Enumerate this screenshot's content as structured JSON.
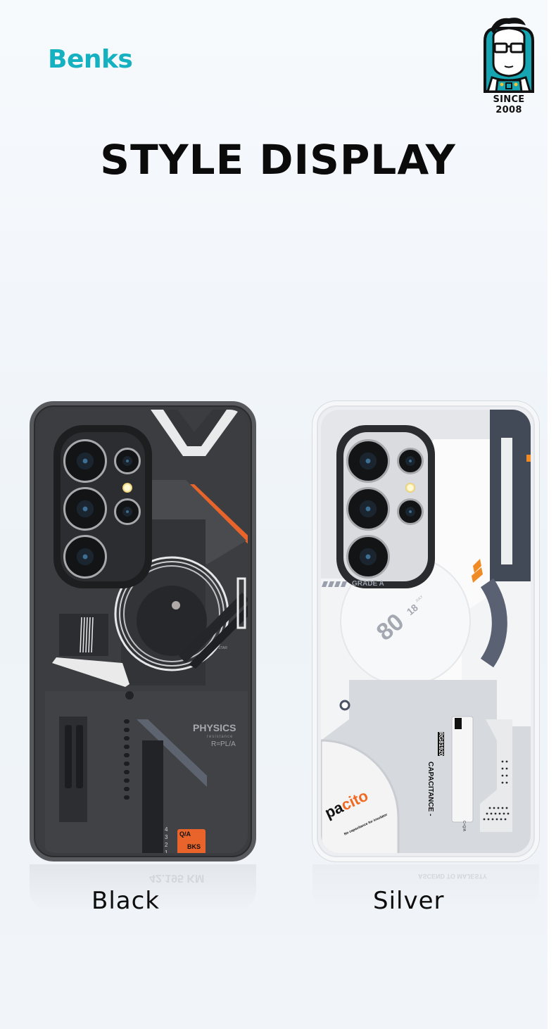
{
  "brand": {
    "logo_text": "Benks",
    "badge_text": "SINCE 2008",
    "brand_color": "#16b1c0"
  },
  "header": {
    "title": "STYLE DISPLAY"
  },
  "products": [
    {
      "color_label": "Black",
      "case_color": "#3b3c3f",
      "accent_color": "#e8642a",
      "printed_text": {
        "physics": "PHYSICS",
        "resistance": "resistance",
        "formula": "R=PL/A",
        "star": "STAR",
        "badge_top": "Q/A",
        "badge_bottom": "BKS",
        "scale": [
          "4",
          "3",
          "2",
          "1"
        ]
      },
      "reflection_text": "42.195 KM"
    },
    {
      "color_label": "Silver",
      "case_color": "#eceef1",
      "accent_color": "#f08a24",
      "printed_text": {
        "grade": "GRADE A",
        "date_num": "80",
        "date_day": "18",
        "date_month": "JULY",
        "vertical_code": "RG81920",
        "capacitance": "CAPACITANCE -",
        "no_capacitance": "NO CAPACITANCE",
        "circle_word_dark": "pa",
        "circle_word_orange": "cito",
        "circle_note": "No capacitance for insulator",
        "formula": "C=Q/A"
      },
      "reflection_text": "ASCEND TO MAJESTY"
    }
  ]
}
